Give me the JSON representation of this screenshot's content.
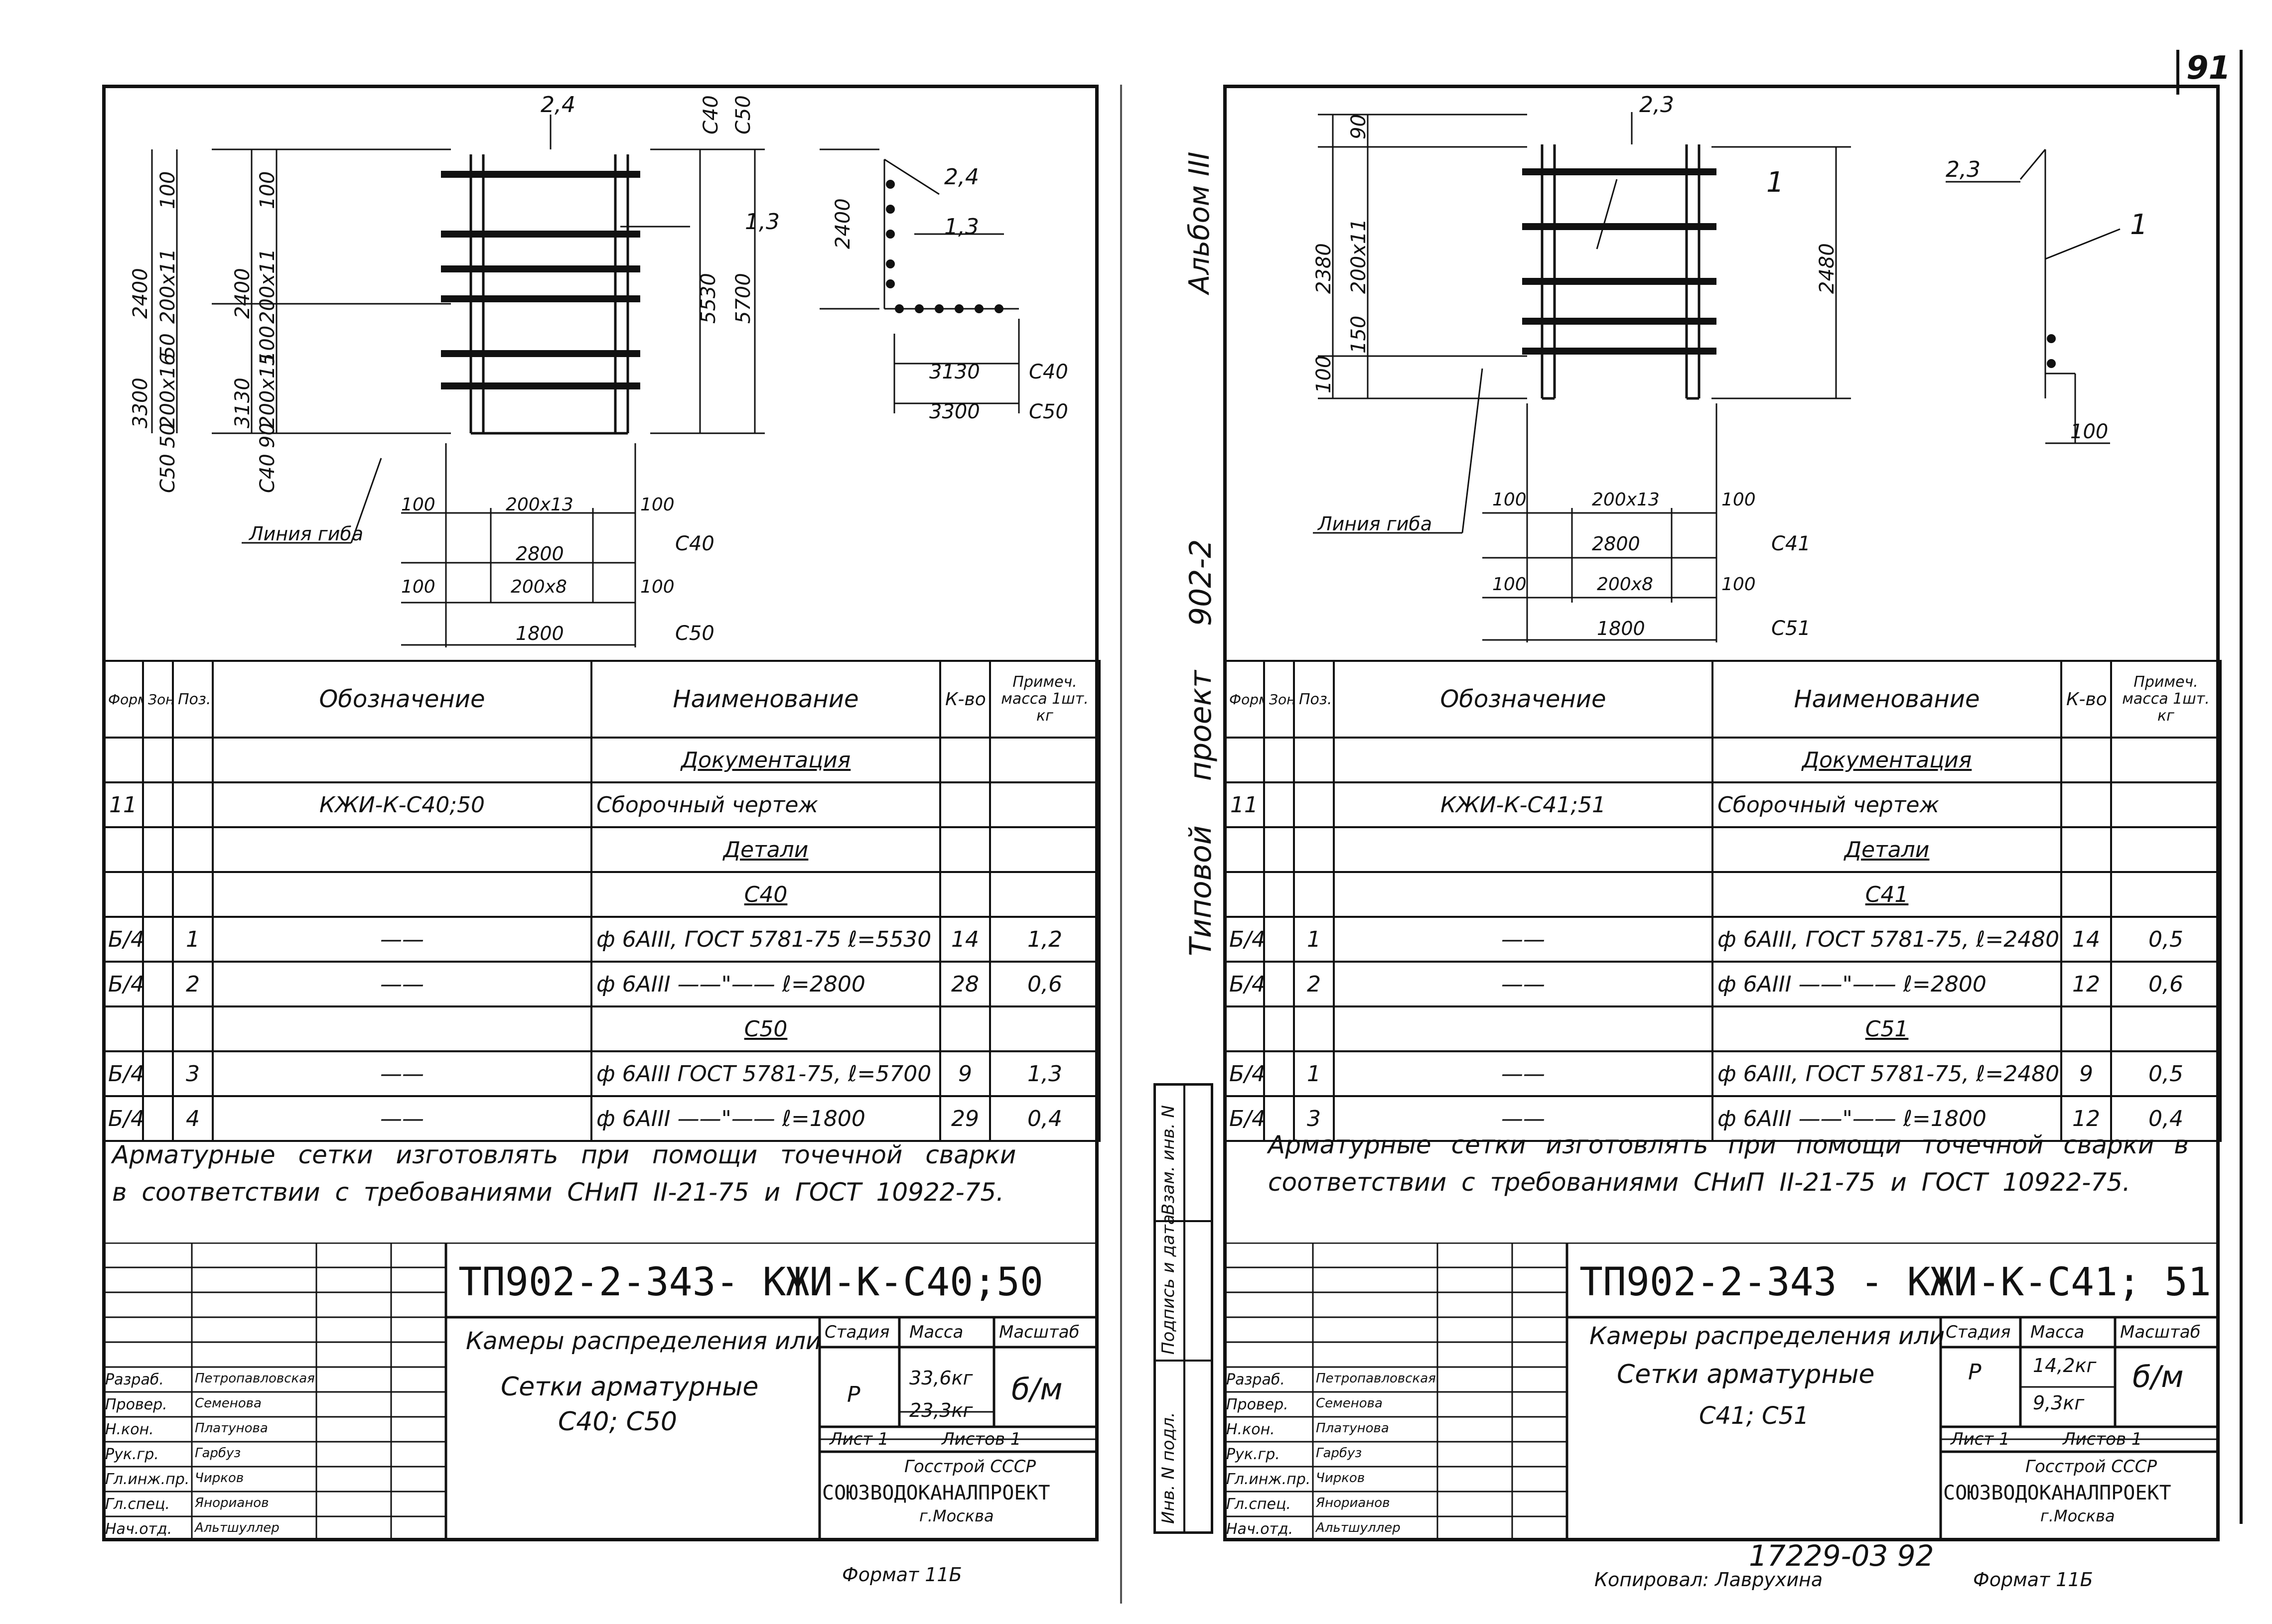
{
  "page_number": "91",
  "sidebar": {
    "album": "Альбом III",
    "project": "Типовой проект 902-2",
    "stamp_columns": [
      "Инв. N подл.",
      "Подпись и дата",
      "Взам. инв. N"
    ]
  },
  "left_sheet": {
    "drawing": {
      "dims_left": [
        "2400",
        "200x11",
        "100",
        "2400",
        "200x11",
        "100",
        "3300",
        "200x16",
        "50",
        "50",
        "3130",
        "200x15",
        "100",
        "90",
        "С50",
        "С40"
      ],
      "dim_top": "2,4",
      "dims_right": [
        "С40",
        "С50",
        "1,3",
        "5530",
        "5700"
      ],
      "bend_line": "Линия гиба",
      "dims_bottom": [
        "100",
        "200x13",
        "100",
        "С40",
        "2800",
        "100",
        "200x8",
        "100",
        "1800",
        "С50"
      ],
      "profile": [
        "2400",
        "2,4",
        "1,3",
        "3130",
        "С40",
        "3300",
        "С50"
      ]
    },
    "table": {
      "headers": [
        "Формат",
        "Зона",
        "Поз.",
        "Обозначение",
        "Наименование",
        "К-во",
        "Примеч. масса 1шт. кг"
      ],
      "rows": [
        {
          "format": "",
          "pos": "",
          "designation": "",
          "name": "Документация",
          "qty": "",
          "note": "",
          "kind": "section"
        },
        {
          "format": "11",
          "pos": "",
          "designation": "КЖИ-К-С40;50",
          "name": "Сборочный чертеж",
          "qty": "",
          "note": "",
          "kind": "item"
        },
        {
          "format": "",
          "pos": "",
          "designation": "",
          "name": "Детали",
          "qty": "",
          "note": "",
          "kind": "section"
        },
        {
          "format": "",
          "pos": "",
          "designation": "",
          "name": "С40",
          "qty": "",
          "note": "",
          "kind": "section"
        },
        {
          "format": "Б/4",
          "pos": "1",
          "designation": "——",
          "name": "ф 6АIII, ГОСТ 5781-75  ℓ=5530",
          "qty": "14",
          "note": "1,2",
          "kind": "item"
        },
        {
          "format": "Б/4",
          "pos": "2",
          "designation": "——",
          "name": "ф 6АIII  ——\"——  ℓ=2800",
          "qty": "28",
          "note": "0,6",
          "kind": "item"
        },
        {
          "format": "",
          "pos": "",
          "designation": "",
          "name": "С50",
          "qty": "",
          "note": "",
          "kind": "section"
        },
        {
          "format": "Б/4",
          "pos": "3",
          "designation": "——",
          "name": "ф 6АIII ГОСТ 5781-75, ℓ=5700",
          "qty": "9",
          "note": "1,3",
          "kind": "item"
        },
        {
          "format": "Б/4",
          "pos": "4",
          "designation": "——",
          "name": "ф 6АIII  ——\"——  ℓ=1800",
          "qty": "29",
          "note": "0,4",
          "kind": "item"
        }
      ]
    },
    "note_line1": "Арматурные сетки изготовлять при помощи точечной сварки",
    "note_line2": "в соответствии с требованиями СНиП II-21-75 и ГОСТ 10922-75.",
    "title_block": {
      "code": "ТП902-2-343-   КЖИ-К-С40;50",
      "title1": "Камеры распределения или",
      "title2": "Сетки арматурные",
      "title3": "С40; С50",
      "roles": [
        "Разраб.",
        "Провер.",
        "Н.кон.",
        "Рук.гр.",
        "Гл.инж.пр.",
        "Гл.спец.",
        "Нач.отд."
      ],
      "names": [
        "Петропавловская",
        "Семенова",
        "Платунова",
        "Гарбуз",
        "Чирков",
        "Янорианов",
        "Альтшуллер"
      ],
      "stage_label": "Стадия",
      "mass_label": "Масса",
      "scale_label": "Масштаб",
      "stage": "Р",
      "mass1": "33,6кг",
      "mass2": "23,3кг",
      "scale": "б/м",
      "sheet": "Лист 1",
      "sheets": "Листов 1",
      "org1": "Госстрой СССР",
      "org2": "СОЮЗВОДОКАНАЛПРОЕКТ",
      "org3": "г.Москва"
    },
    "format": "Формат 11Б"
  },
  "right_sheet": {
    "drawing": {
      "dims_left": [
        "90",
        "2380",
        "200x11",
        "150",
        "100"
      ],
      "dim_top": "2,3",
      "leader": "1",
      "dim_right": "2480",
      "bend_line": "Линия гиба",
      "dims_bottom": [
        "100",
        "200x13",
        "100",
        "2800",
        "С41",
        "100",
        "200x8",
        "100",
        "1800",
        "С51"
      ],
      "profile": [
        "2,3",
        "1",
        "100"
      ]
    },
    "table": {
      "headers": [
        "Формат",
        "Зона",
        "Поз.",
        "Обозначение",
        "Наименование",
        "К-во",
        "Примеч. масса 1шт. кг"
      ],
      "rows": [
        {
          "format": "",
          "pos": "",
          "designation": "",
          "name": "Документация",
          "qty": "",
          "note": "",
          "kind": "section"
        },
        {
          "format": "11",
          "pos": "",
          "designation": "КЖИ-К-С41;51",
          "name": "Сборочный чертеж",
          "qty": "",
          "note": "",
          "kind": "item"
        },
        {
          "format": "",
          "pos": "",
          "designation": "",
          "name": "Детали",
          "qty": "",
          "note": "",
          "kind": "section"
        },
        {
          "format": "",
          "pos": "",
          "designation": "",
          "name": "С41",
          "qty": "",
          "note": "",
          "kind": "section"
        },
        {
          "format": "Б/4",
          "pos": "1",
          "designation": "——",
          "name": "ф 6АIII, ГОСТ 5781-75, ℓ=2480",
          "qty": "14",
          "note": "0,5",
          "kind": "item"
        },
        {
          "format": "Б/4",
          "pos": "2",
          "designation": "——",
          "name": "ф 6АIII ——\"——  ℓ=2800",
          "qty": "12",
          "note": "0,6",
          "kind": "item"
        },
        {
          "format": "",
          "pos": "",
          "designation": "",
          "name": "С51",
          "qty": "",
          "note": "",
          "kind": "section"
        },
        {
          "format": "Б/4",
          "pos": "1",
          "designation": "——",
          "name": "ф 6АIII, ГОСТ 5781-75, ℓ=2480",
          "qty": "9",
          "note": "0,5",
          "kind": "item"
        },
        {
          "format": "Б/4",
          "pos": "3",
          "designation": "——",
          "name": "ф 6АIII ——\"——  ℓ=1800",
          "qty": "12",
          "note": "0,4",
          "kind": "item"
        }
      ]
    },
    "note_line1": "Арматурные сетки изготовлять при помощи точечной сварки в",
    "note_line2": "соответствии с требованиями СНиП II-21-75 и ГОСТ 10922-75.",
    "title_block": {
      "code": "ТП902-2-343 -   КЖИ-К-С41; 51",
      "title1": "Камеры распределения или",
      "title2": "Сетки арматурные",
      "title3": "С41; С51",
      "roles": [
        "Разраб.",
        "Провер.",
        "Н.кон.",
        "Рук.гр.",
        "Гл.инж.пр.",
        "Гл.спец.",
        "Нач.отд."
      ],
      "names": [
        "Петропавловская",
        "Семенова",
        "Платунова",
        "Гарбуз",
        "Чирков",
        "Янорианов",
        "Альтшуллер"
      ],
      "stage_label": "Стадия",
      "mass_label": "Масса",
      "scale_label": "Масштаб",
      "stage": "Р",
      "mass1": "14,2кг",
      "mass2": "9,3кг",
      "scale": "б/м",
      "sheet": "Лист 1",
      "sheets": "Листов 1",
      "org1": "Госстрой СССР",
      "org2": "СОЮЗВОДОКАНАЛПРОЕКТ",
      "org3": "г.Москва"
    },
    "format": "Формат 11Б",
    "copied_by": "Копировал: Лаврухина",
    "doc_number": "17229-03  92"
  }
}
